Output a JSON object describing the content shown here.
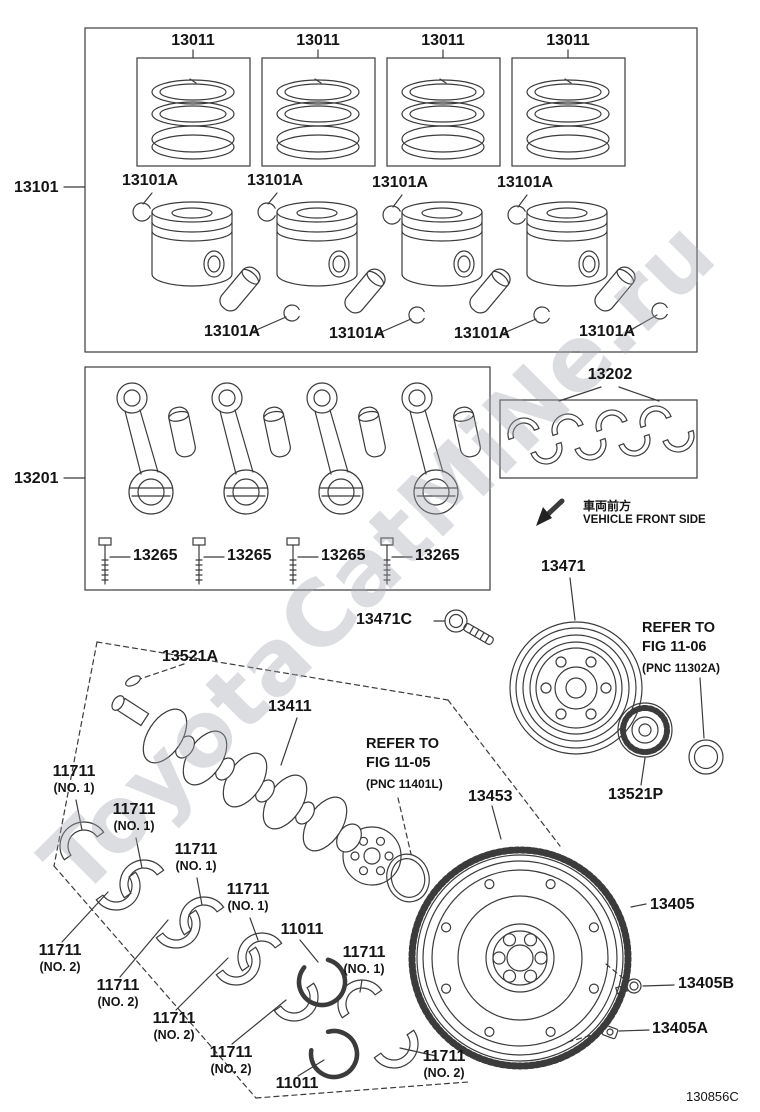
{
  "doc": {
    "number": "130856C",
    "watermark": "ToyotaCatMiNe.ru"
  },
  "front_indicator": {
    "jp": "車両前方",
    "en": "VEHICLE FRONT SIDE"
  },
  "piston_section": {
    "label": "13101",
    "ring_sets": [
      "13011",
      "13011",
      "13011",
      "13011"
    ],
    "snap_rings_upper": [
      "13101A",
      "13101A",
      "13101A",
      "13101A"
    ],
    "snap_rings_lower": [
      "13101A",
      "13101A",
      "13101A",
      "13101A"
    ]
  },
  "conrod_section": {
    "label": "13201",
    "bolts": [
      "13265",
      "13265",
      "13265",
      "13265"
    ],
    "bearing_set": "13202"
  },
  "crank_section": {
    "pulley": "13471",
    "pulley_bolt": "13471C",
    "crankshaft": "13411",
    "timing_gear": "13521P",
    "key": "13521A",
    "ring_gear": "13453",
    "flywheel": "13405",
    "flywheel_bolt": "13405B",
    "flywheel_pin": "13405A",
    "refer_fig_11_06": {
      "line1": "REFER TO",
      "line2": "FIG 11-06",
      "line3": "(PNC 11302A)"
    },
    "refer_fig_11_05": {
      "line1": "REFER TO",
      "line2": "FIG 11-05",
      "line3": "(PNC 11401L)"
    }
  },
  "bearings": {
    "no1": [
      {
        "num": "11711",
        "sub": "(NO. 1)"
      },
      {
        "num": "11711",
        "sub": "(NO. 1)"
      },
      {
        "num": "11711",
        "sub": "(NO. 1)"
      },
      {
        "num": "11711",
        "sub": "(NO. 1)"
      },
      {
        "num": "11711",
        "sub": "(NO. 1)"
      }
    ],
    "no2": [
      {
        "num": "11711",
        "sub": "(NO. 2)"
      },
      {
        "num": "11711",
        "sub": "(NO. 2)"
      },
      {
        "num": "11711",
        "sub": "(NO. 2)"
      },
      {
        "num": "11711",
        "sub": "(NO. 2)"
      },
      {
        "num": "11711",
        "sub": "(NO. 2)"
      }
    ],
    "thrust": [
      {
        "num": "11011"
      },
      {
        "num": "11011"
      }
    ]
  }
}
